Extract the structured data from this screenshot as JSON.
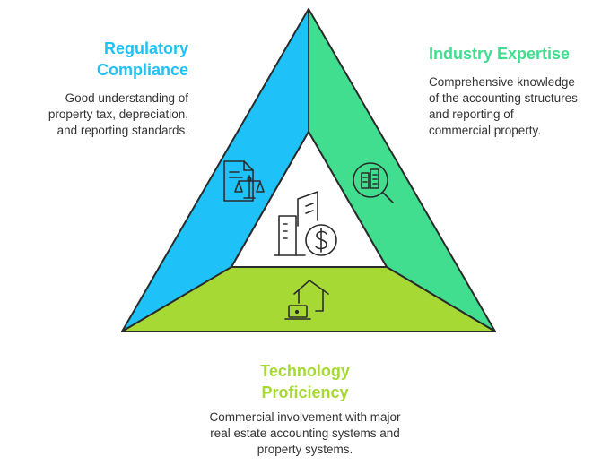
{
  "colors": {
    "regulatory": "#1ec2f8",
    "industry": "#40de8e",
    "technology": "#a6d934",
    "stroke": "#2b2b2b",
    "text": "#333333"
  },
  "regulatory": {
    "title_line1": "Regulatory",
    "title_line2": "Compliance",
    "desc_line1": "Good understanding of",
    "desc_line2": "property tax, depreciation,",
    "desc_line3": "and reporting standards."
  },
  "industry": {
    "title": "Industry Expertise",
    "desc_line1": "Comprehensive knowledge",
    "desc_line2": "of the accounting structures",
    "desc_line3": "and reporting of",
    "desc_line4": "commercial property."
  },
  "technology": {
    "title_line1": "Technology",
    "title_line2": "Proficiency",
    "desc_line1": "Commercial involvement with major",
    "desc_line2": "real estate accounting systems and",
    "desc_line3": "property systems."
  },
  "icons": {
    "regulatory": "legal-document-scales-icon",
    "industry": "magnifier-buildings-icon",
    "technology": "home-laptop-icon",
    "center": "buildings-dollar-icon"
  }
}
